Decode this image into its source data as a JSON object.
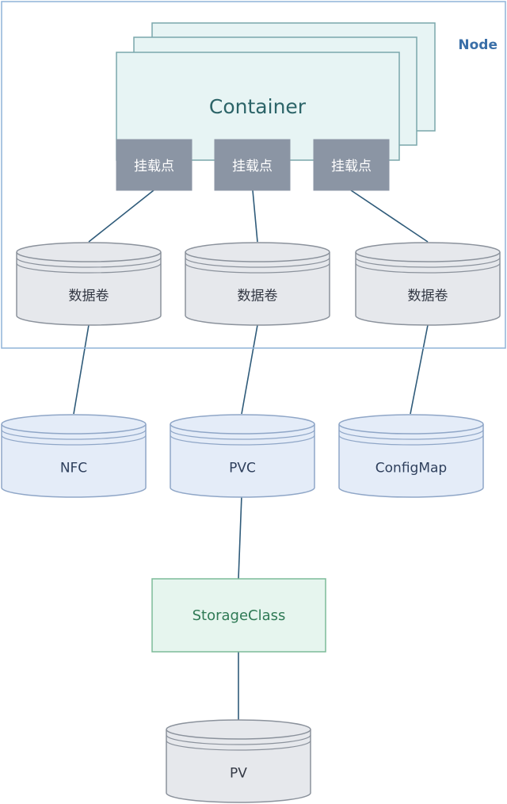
{
  "node": {
    "label": "Node"
  },
  "container": {
    "label": "Container"
  },
  "mount_points": [
    {
      "label": "挂载点"
    },
    {
      "label": "挂载点"
    },
    {
      "label": "挂载点"
    }
  ],
  "volumes": [
    {
      "label": "数据卷"
    },
    {
      "label": "数据卷"
    },
    {
      "label": "数据卷"
    }
  ],
  "sources": [
    {
      "label": "NFC"
    },
    {
      "label": "PVC"
    },
    {
      "label": "ConfigMap"
    }
  ],
  "storage_class": {
    "label": "StorageClass"
  },
  "pv": {
    "label": "PV"
  },
  "colors": {
    "node_border": "#8fb3d9",
    "node_label": "#3a6fa8",
    "container_fill": "#e7f4f4",
    "container_border": "#7aa7ab",
    "container_text": "#2c6468",
    "mount_fill": "#8b95a4",
    "mount_text": "#ffffff",
    "volume_fill": "#e6e8ec",
    "volume_border": "#8b929c",
    "volume_text": "#333844",
    "source_fill": "#e4ecf8",
    "source_border": "#8fa6c7",
    "source_text": "#2e3f5c",
    "storage_fill": "#e6f5ee",
    "storage_border": "#7dbb98",
    "storage_text": "#2f7a55",
    "line": "#2f5b7a"
  }
}
